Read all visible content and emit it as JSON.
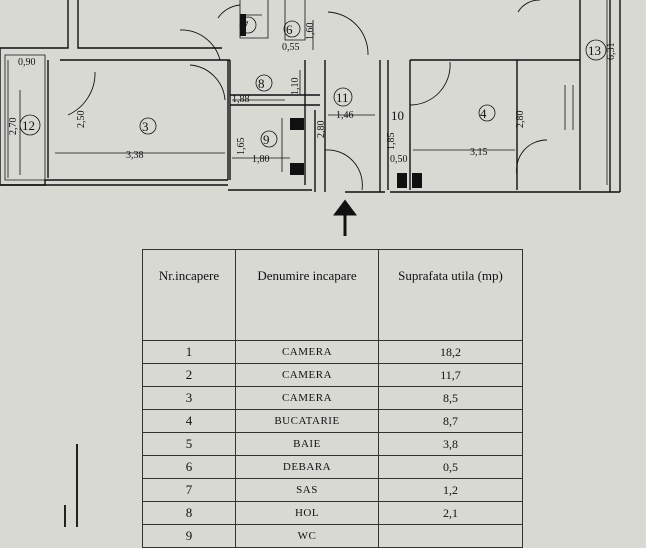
{
  "plan": {
    "room_numbers": [
      "3",
      "4",
      "6",
      "7",
      "8",
      "9",
      "10",
      "11",
      "12",
      "13"
    ],
    "dimensions": [
      "0,90",
      "2,70",
      "2,50",
      "3,38",
      "1,88",
      "1,10",
      "1,46",
      "2,80",
      "1,80",
      "1,65",
      "0,55",
      "1,60",
      "0,50",
      "1,85",
      "3,15",
      "2,80",
      "6,31"
    ]
  },
  "table": {
    "headers": [
      "Nr.incapere",
      "Denumire incapare",
      "Suprafata utila (mp)"
    ],
    "rows": [
      {
        "nr": "1",
        "name": "CAMERA",
        "area": "18,2"
      },
      {
        "nr": "2",
        "name": "CAMERA",
        "area": "11,7"
      },
      {
        "nr": "3",
        "name": "CAMERA",
        "area": "8,5"
      },
      {
        "nr": "4",
        "name": "BUCATARIE",
        "area": "8,7"
      },
      {
        "nr": "5",
        "name": "BAIE",
        "area": "3,8"
      },
      {
        "nr": "6",
        "name": "DEBARA",
        "area": "0,5"
      },
      {
        "nr": "7",
        "name": "SAS",
        "area": "1,2"
      },
      {
        "nr": "8",
        "name": "HOL",
        "area": "2,1"
      },
      {
        "nr": "9",
        "name": "WC",
        "area": ""
      }
    ]
  }
}
